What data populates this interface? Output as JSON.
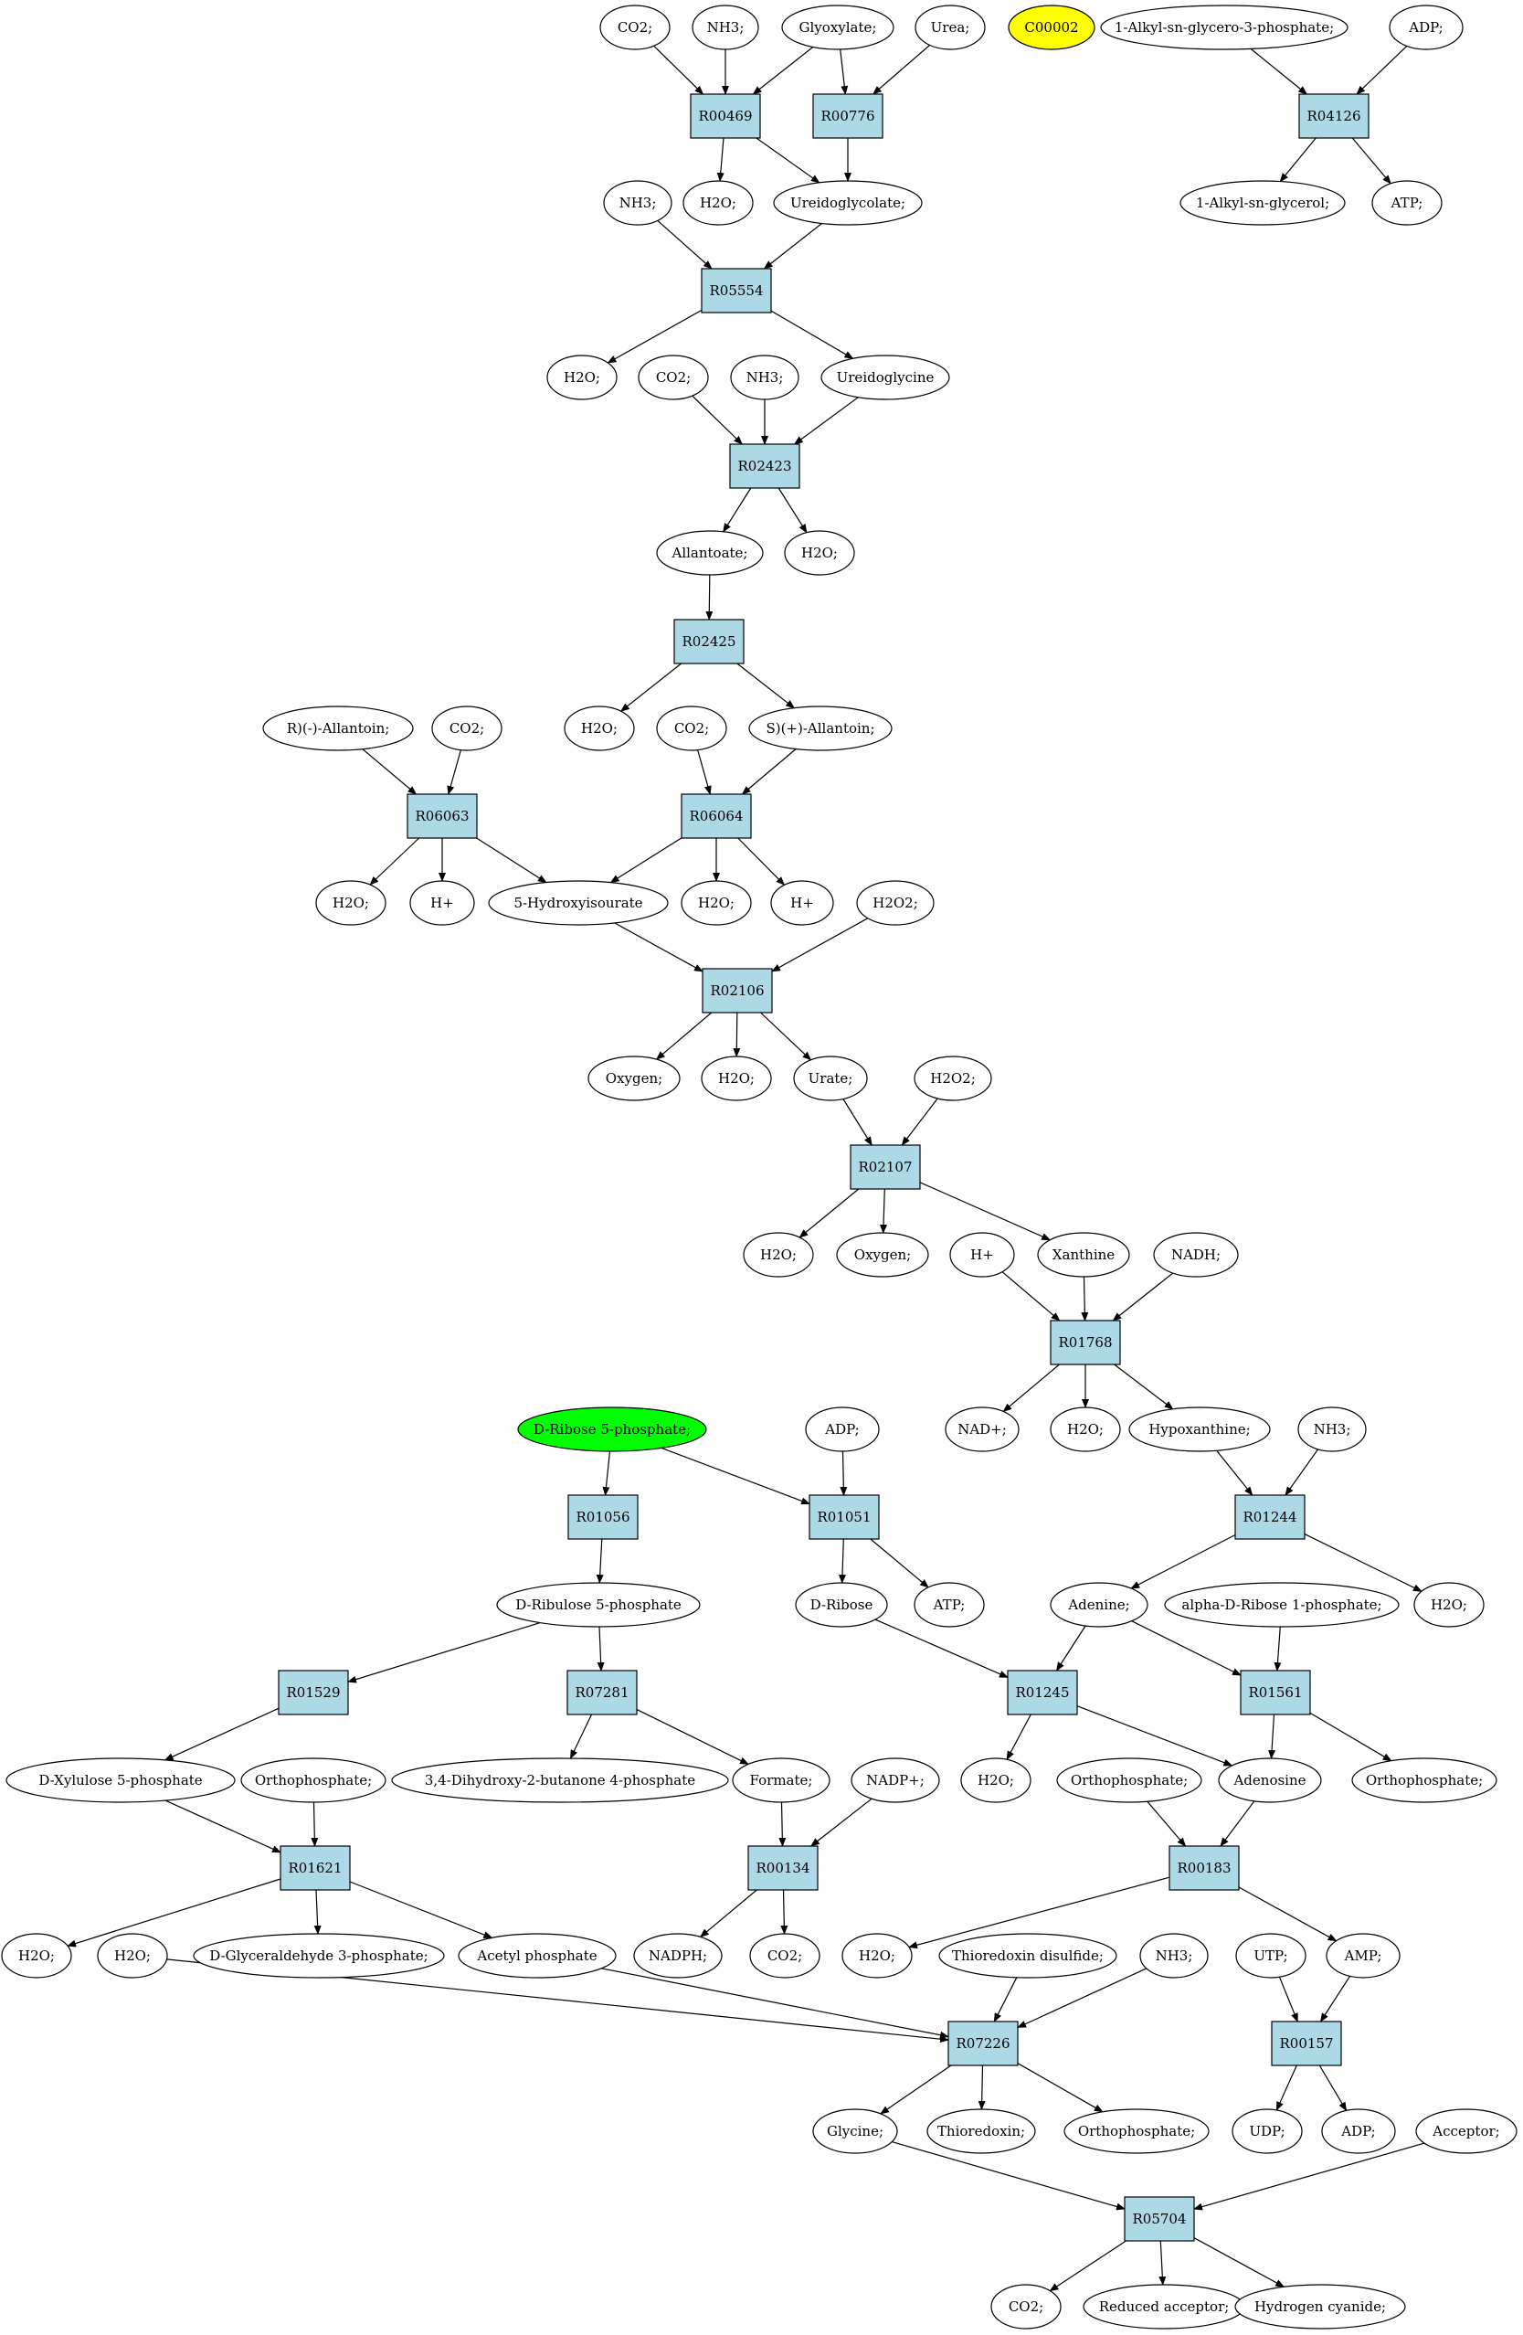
{
  "colors": {
    "reaction_fill": "#add8e6",
    "compound_fill": "#ffffff",
    "highlight_yellow": "#ffff00",
    "highlight_green": "#00ff00",
    "stroke": "#000000"
  },
  "nodes": [
    {
      "id": "c_co2_1",
      "kind": "compound",
      "label": "CO2;"
    },
    {
      "id": "c_nh3_1",
      "kind": "compound",
      "label": "NH3;"
    },
    {
      "id": "c_glyoxylate",
      "kind": "compound",
      "label": "Glyoxylate;"
    },
    {
      "id": "c_urea",
      "kind": "compound",
      "label": "Urea;"
    },
    {
      "id": "c_c00002",
      "kind": "compound",
      "label": "C00002",
      "highlight": "yellow"
    },
    {
      "id": "c_alkylglycerophosphate",
      "kind": "compound",
      "label": "1-Alkyl-sn-glycero-3-phosphate;"
    },
    {
      "id": "c_adp_1",
      "kind": "compound",
      "label": "ADP;"
    },
    {
      "id": "r_R00469",
      "kind": "reaction",
      "label": "R00469"
    },
    {
      "id": "r_R00776",
      "kind": "reaction",
      "label": "R00776"
    },
    {
      "id": "r_R04126",
      "kind": "reaction",
      "label": "R04126"
    },
    {
      "id": "c_nh3_2",
      "kind": "compound",
      "label": "NH3;"
    },
    {
      "id": "c_h2o_1",
      "kind": "compound",
      "label": "H2O;"
    },
    {
      "id": "c_ureidoglycolate",
      "kind": "compound",
      "label": "Ureidoglycolate;"
    },
    {
      "id": "c_alkylglycerol",
      "kind": "compound",
      "label": "1-Alkyl-sn-glycerol;"
    },
    {
      "id": "c_atp_1",
      "kind": "compound",
      "label": "ATP;"
    },
    {
      "id": "r_R05554",
      "kind": "reaction",
      "label": "R05554"
    },
    {
      "id": "c_h2o_2",
      "kind": "compound",
      "label": "H2O;"
    },
    {
      "id": "c_co2_2",
      "kind": "compound",
      "label": "CO2;"
    },
    {
      "id": "c_nh3_3",
      "kind": "compound",
      "label": "NH3;"
    },
    {
      "id": "c_ureidoglycine",
      "kind": "compound",
      "label": "Ureidoglycine"
    },
    {
      "id": "r_R02423",
      "kind": "reaction",
      "label": "R02423"
    },
    {
      "id": "c_allantoate",
      "kind": "compound",
      "label": "Allantoate;"
    },
    {
      "id": "c_h2o_3",
      "kind": "compound",
      "label": "H2O;"
    },
    {
      "id": "r_R02425",
      "kind": "reaction",
      "label": "R02425"
    },
    {
      "id": "c_r_allantoin",
      "kind": "compound",
      "label": "R)(-)-Allantoin;"
    },
    {
      "id": "c_co2_3",
      "kind": "compound",
      "label": "CO2;"
    },
    {
      "id": "c_h2o_4",
      "kind": "compound",
      "label": "H2O;"
    },
    {
      "id": "c_co2_4",
      "kind": "compound",
      "label": "CO2;"
    },
    {
      "id": "c_s_allantoin",
      "kind": "compound",
      "label": "S)(+)-Allantoin;"
    },
    {
      "id": "r_R06063",
      "kind": "reaction",
      "label": "R06063"
    },
    {
      "id": "r_R06064",
      "kind": "reaction",
      "label": "R06064"
    },
    {
      "id": "c_h2o_5",
      "kind": "compound",
      "label": "H2O;"
    },
    {
      "id": "c_hplus_1",
      "kind": "compound",
      "label": "H+"
    },
    {
      "id": "c_hydroxyisourate",
      "kind": "compound",
      "label": "5-Hydroxyisourate"
    },
    {
      "id": "c_h2o_6",
      "kind": "compound",
      "label": "H2O;"
    },
    {
      "id": "c_hplus_2",
      "kind": "compound",
      "label": "H+"
    },
    {
      "id": "c_h2o2_1",
      "kind": "compound",
      "label": "H2O2;"
    },
    {
      "id": "r_R02106",
      "kind": "reaction",
      "label": "R02106"
    },
    {
      "id": "c_oxygen_1",
      "kind": "compound",
      "label": "Oxygen;"
    },
    {
      "id": "c_h2o_7",
      "kind": "compound",
      "label": "H2O;"
    },
    {
      "id": "c_urate",
      "kind": "compound",
      "label": "Urate;"
    },
    {
      "id": "c_h2o2_2",
      "kind": "compound",
      "label": "H2O2;"
    },
    {
      "id": "r_R02107",
      "kind": "reaction",
      "label": "R02107"
    },
    {
      "id": "c_h2o_8",
      "kind": "compound",
      "label": "H2O;"
    },
    {
      "id": "c_oxygen_2",
      "kind": "compound",
      "label": "Oxygen;"
    },
    {
      "id": "c_hplus_3",
      "kind": "compound",
      "label": "H+"
    },
    {
      "id": "c_xanthine",
      "kind": "compound",
      "label": "Xanthine"
    },
    {
      "id": "c_nadh",
      "kind": "compound",
      "label": "NADH;"
    },
    {
      "id": "r_R01768",
      "kind": "reaction",
      "label": "R01768"
    },
    {
      "id": "c_nadplus_1",
      "kind": "compound",
      "label": "NAD+;"
    },
    {
      "id": "c_h2o_9",
      "kind": "compound",
      "label": "H2O;"
    },
    {
      "id": "c_hypoxanthine",
      "kind": "compound",
      "label": "Hypoxanthine;"
    },
    {
      "id": "c_nh3_4",
      "kind": "compound",
      "label": "NH3;"
    },
    {
      "id": "c_ribose5p",
      "kind": "compound",
      "label": "D-Ribose 5-phosphate;",
      "highlight": "green"
    },
    {
      "id": "c_adp_2",
      "kind": "compound",
      "label": "ADP;"
    },
    {
      "id": "r_R01056",
      "kind": "reaction",
      "label": "R01056"
    },
    {
      "id": "r_R01051",
      "kind": "reaction",
      "label": "R01051"
    },
    {
      "id": "r_R01244",
      "kind": "reaction",
      "label": "R01244"
    },
    {
      "id": "c_ribulose5p",
      "kind": "compound",
      "label": "D-Ribulose 5-phosphate"
    },
    {
      "id": "c_dribose",
      "kind": "compound",
      "label": "D-Ribose"
    },
    {
      "id": "c_atp_2",
      "kind": "compound",
      "label": "ATP;"
    },
    {
      "id": "c_adenine",
      "kind": "compound",
      "label": "Adenine;"
    },
    {
      "id": "c_aribose1p",
      "kind": "compound",
      "label": "alpha-D-Ribose 1-phosphate;"
    },
    {
      "id": "c_h2o_10",
      "kind": "compound",
      "label": "H2O;"
    },
    {
      "id": "r_R01529",
      "kind": "reaction",
      "label": "R01529"
    },
    {
      "id": "r_R07281",
      "kind": "reaction",
      "label": "R07281"
    },
    {
      "id": "r_R01245",
      "kind": "reaction",
      "label": "R01245"
    },
    {
      "id": "r_R01561",
      "kind": "reaction",
      "label": "R01561"
    },
    {
      "id": "c_xylulose5p",
      "kind": "compound",
      "label": "D-Xylulose 5-phosphate"
    },
    {
      "id": "c_orthophosphate_1",
      "kind": "compound",
      "label": "Orthophosphate;"
    },
    {
      "id": "c_dihydroxybutanone",
      "kind": "compound",
      "label": "3,4-Dihydroxy-2-butanone 4-phosphate"
    },
    {
      "id": "c_formate",
      "kind": "compound",
      "label": "Formate;"
    },
    {
      "id": "c_nadpplus",
      "kind": "compound",
      "label": "NADP+;"
    },
    {
      "id": "c_h2o_11",
      "kind": "compound",
      "label": "H2O;"
    },
    {
      "id": "c_orthophosphate_2",
      "kind": "compound",
      "label": "Orthophosphate;"
    },
    {
      "id": "c_adenosine",
      "kind": "compound",
      "label": "Adenosine"
    },
    {
      "id": "c_orthophosphate_3",
      "kind": "compound",
      "label": "Orthophosphate;"
    },
    {
      "id": "r_R01621",
      "kind": "reaction",
      "label": "R01621"
    },
    {
      "id": "r_R00134",
      "kind": "reaction",
      "label": "R00134"
    },
    {
      "id": "r_R00183",
      "kind": "reaction",
      "label": "R00183"
    },
    {
      "id": "c_h2o_12",
      "kind": "compound",
      "label": "H2O;"
    },
    {
      "id": "c_h2o_13",
      "kind": "compound",
      "label": "H2O;"
    },
    {
      "id": "c_glyceraldehyde3p",
      "kind": "compound",
      "label": "D-Glyceraldehyde 3-phosphate;"
    },
    {
      "id": "c_acetylphosphate",
      "kind": "compound",
      "label": "Acetyl phosphate"
    },
    {
      "id": "c_nadph",
      "kind": "compound",
      "label": "NADPH;"
    },
    {
      "id": "c_co2_5",
      "kind": "compound",
      "label": "CO2;"
    },
    {
      "id": "c_h2o_14",
      "kind": "compound",
      "label": "H2O;"
    },
    {
      "id": "c_thioredoxin_disulfide",
      "kind": "compound",
      "label": "Thioredoxin disulfide;"
    },
    {
      "id": "c_nh3_5",
      "kind": "compound",
      "label": "NH3;"
    },
    {
      "id": "c_utp",
      "kind": "compound",
      "label": "UTP;"
    },
    {
      "id": "c_amp",
      "kind": "compound",
      "label": "AMP;"
    },
    {
      "id": "r_R07226",
      "kind": "reaction",
      "label": "R07226"
    },
    {
      "id": "r_R00157",
      "kind": "reaction",
      "label": "R00157"
    },
    {
      "id": "c_glycine",
      "kind": "compound",
      "label": "Glycine;"
    },
    {
      "id": "c_thioredoxin",
      "kind": "compound",
      "label": "Thioredoxin;"
    },
    {
      "id": "c_orthophosphate_4",
      "kind": "compound",
      "label": "Orthophosphate;"
    },
    {
      "id": "c_udp",
      "kind": "compound",
      "label": "UDP;"
    },
    {
      "id": "c_adp_3",
      "kind": "compound",
      "label": "ADP;"
    },
    {
      "id": "c_acceptor",
      "kind": "compound",
      "label": "Acceptor;"
    },
    {
      "id": "r_R05704",
      "kind": "reaction",
      "label": "R05704"
    },
    {
      "id": "c_co2_6",
      "kind": "compound",
      "label": "CO2;"
    },
    {
      "id": "c_reduced_acceptor",
      "kind": "compound",
      "label": "Reduced acceptor;"
    },
    {
      "id": "c_hydrogen_cyanide",
      "kind": "compound",
      "label": "Hydrogen cyanide;"
    }
  ],
  "edges": [
    [
      "c_co2_1",
      "r_R00469"
    ],
    [
      "c_nh3_1",
      "r_R00469"
    ],
    [
      "c_glyoxylate",
      "r_R00469"
    ],
    [
      "c_glyoxylate",
      "r_R00776"
    ],
    [
      "c_urea",
      "r_R00776"
    ],
    [
      "c_alkylglycerophosphate",
      "r_R04126"
    ],
    [
      "c_adp_1",
      "r_R04126"
    ],
    [
      "r_R00469",
      "c_h2o_1"
    ],
    [
      "r_R00469",
      "c_ureidoglycolate"
    ],
    [
      "r_R00776",
      "c_ureidoglycolate"
    ],
    [
      "r_R04126",
      "c_alkylglycerol"
    ],
    [
      "r_R04126",
      "c_atp_1"
    ],
    [
      "c_nh3_2",
      "r_R05554"
    ],
    [
      "c_ureidoglycolate",
      "r_R05554"
    ],
    [
      "r_R05554",
      "c_h2o_2"
    ],
    [
      "r_R05554",
      "c_ureidoglycine"
    ],
    [
      "c_co2_2",
      "r_R02423"
    ],
    [
      "c_nh3_3",
      "r_R02423"
    ],
    [
      "c_ureidoglycine",
      "r_R02423"
    ],
    [
      "r_R02423",
      "c_allantoate"
    ],
    [
      "r_R02423",
      "c_h2o_3"
    ],
    [
      "c_allantoate",
      "r_R02425"
    ],
    [
      "r_R02425",
      "c_h2o_4"
    ],
    [
      "r_R02425",
      "c_s_allantoin"
    ],
    [
      "c_r_allantoin",
      "r_R06063"
    ],
    [
      "c_co2_3",
      "r_R06063"
    ],
    [
      "c_co2_4",
      "r_R06064"
    ],
    [
      "c_s_allantoin",
      "r_R06064"
    ],
    [
      "r_R06063",
      "c_h2o_5"
    ],
    [
      "r_R06063",
      "c_hplus_1"
    ],
    [
      "r_R06063",
      "c_hydroxyisourate"
    ],
    [
      "r_R06064",
      "c_hydroxyisourate"
    ],
    [
      "r_R06064",
      "c_h2o_6"
    ],
    [
      "r_R06064",
      "c_hplus_2"
    ],
    [
      "c_hydroxyisourate",
      "r_R02106"
    ],
    [
      "c_h2o2_1",
      "r_R02106"
    ],
    [
      "r_R02106",
      "c_oxygen_1"
    ],
    [
      "r_R02106",
      "c_h2o_7"
    ],
    [
      "r_R02106",
      "c_urate"
    ],
    [
      "c_urate",
      "r_R02107"
    ],
    [
      "c_h2o2_2",
      "r_R02107"
    ],
    [
      "r_R02107",
      "c_h2o_8"
    ],
    [
      "r_R02107",
      "c_oxygen_2"
    ],
    [
      "r_R02107",
      "c_xanthine"
    ],
    [
      "c_hplus_3",
      "r_R01768"
    ],
    [
      "c_xanthine",
      "r_R01768"
    ],
    [
      "c_nadh",
      "r_R01768"
    ],
    [
      "r_R01768",
      "c_nadplus_1"
    ],
    [
      "r_R01768",
      "c_h2o_9"
    ],
    [
      "r_R01768",
      "c_hypoxanthine"
    ],
    [
      "c_hypoxanthine",
      "r_R01244"
    ],
    [
      "c_nh3_4",
      "r_R01244"
    ],
    [
      "c_ribose5p",
      "r_R01056"
    ],
    [
      "c_ribose5p",
      "r_R01051"
    ],
    [
      "c_adp_2",
      "r_R01051"
    ],
    [
      "r_R01056",
      "c_ribulose5p"
    ],
    [
      "r_R01051",
      "c_dribose"
    ],
    [
      "r_R01051",
      "c_atp_2"
    ],
    [
      "r_R01244",
      "c_adenine"
    ],
    [
      "r_R01244",
      "c_h2o_10"
    ],
    [
      "c_ribulose5p",
      "r_R01529"
    ],
    [
      "c_ribulose5p",
      "r_R07281"
    ],
    [
      "c_dribose",
      "r_R01245"
    ],
    [
      "c_adenine",
      "r_R01245"
    ],
    [
      "c_adenine",
      "r_R01561"
    ],
    [
      "c_aribose1p",
      "r_R01561"
    ],
    [
      "r_R01529",
      "c_xylulose5p"
    ],
    [
      "r_R07281",
      "c_dihydroxybutanone"
    ],
    [
      "r_R07281",
      "c_formate"
    ],
    [
      "r_R01245",
      "c_h2o_11"
    ],
    [
      "r_R01245",
      "c_adenosine"
    ],
    [
      "r_R01561",
      "c_adenosine"
    ],
    [
      "r_R01561",
      "c_orthophosphate_3"
    ],
    [
      "c_xylulose5p",
      "r_R01621"
    ],
    [
      "c_orthophosphate_1",
      "r_R01621"
    ],
    [
      "c_formate",
      "r_R00134"
    ],
    [
      "c_nadpplus",
      "r_R00134"
    ],
    [
      "c_orthophosphate_2",
      "r_R00183"
    ],
    [
      "c_adenosine",
      "r_R00183"
    ],
    [
      "r_R01621",
      "c_h2o_12"
    ],
    [
      "r_R01621",
      "c_glyceraldehyde3p"
    ],
    [
      "r_R01621",
      "c_acetylphosphate"
    ],
    [
      "r_R00134",
      "c_nadph"
    ],
    [
      "r_R00134",
      "c_co2_5"
    ],
    [
      "r_R00183",
      "c_h2o_14"
    ],
    [
      "r_R00183",
      "c_amp"
    ],
    [
      "c_h2o_13",
      "r_R07226"
    ],
    [
      "c_acetylphosphate",
      "r_R07226"
    ],
    [
      "c_thioredoxin_disulfide",
      "r_R07226"
    ],
    [
      "c_nh3_5",
      "r_R07226"
    ],
    [
      "c_utp",
      "r_R00157"
    ],
    [
      "c_amp",
      "r_R00157"
    ],
    [
      "r_R07226",
      "c_glycine"
    ],
    [
      "r_R07226",
      "c_thioredoxin"
    ],
    [
      "r_R07226",
      "c_orthophosphate_4"
    ],
    [
      "r_R00157",
      "c_udp"
    ],
    [
      "r_R00157",
      "c_adp_3"
    ],
    [
      "c_glycine",
      "r_R05704"
    ],
    [
      "c_acceptor",
      "r_R05704"
    ],
    [
      "r_R05704",
      "c_co2_6"
    ],
    [
      "r_R05704",
      "c_reduced_acceptor"
    ],
    [
      "r_R05704",
      "c_hydrogen_cyanide"
    ]
  ]
}
